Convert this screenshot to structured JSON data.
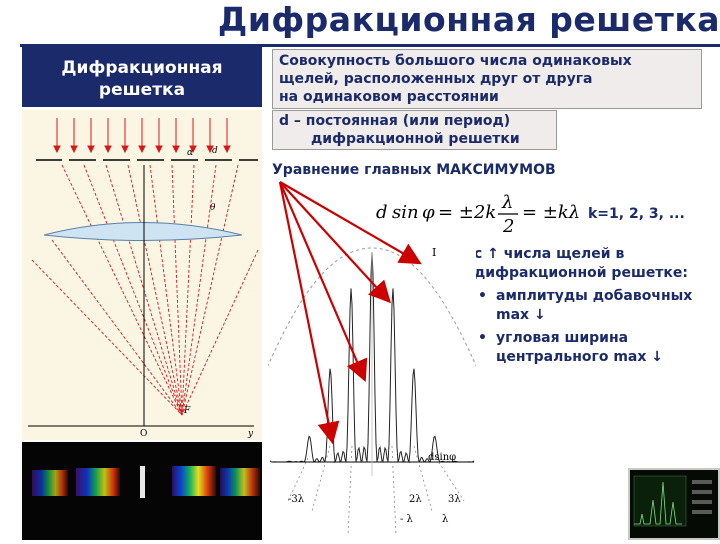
{
  "title": "Дифракционная решетка",
  "label": {
    "line1": "Дифракционная",
    "line2": "решетка"
  },
  "definition": {
    "line1": "Совокупность большого числа одинаковых",
    "line2": "щелей, расположенных друг от друга",
    "line3": "на одинаковом расстоянии"
  },
  "period": {
    "line1": "d – постоянная (или период)",
    "line2": "дифракционной решетки"
  },
  "equation_heading": "Уравнение главных МАКСИМУМОВ",
  "formula": {
    "d": "d",
    "sin": "sin",
    "phi": "φ",
    "eq": "= ±2k",
    "lambda": "λ",
    "two": "2",
    "tail": "= ±kλ"
  },
  "k_values": "k=1, 2, 3, ...",
  "notes": {
    "intro_line1": "с ↑ числа щелей в",
    "intro_line2": "дифракционной решетке:",
    "items": [
      {
        "line1": "амплитуды добавочных",
        "line2": "max ↓"
      },
      {
        "line1": "угловая ширина",
        "line2": "центрального max ↓"
      }
    ]
  },
  "graph": {
    "peak_label": "I",
    "axis_label": "dsinφ",
    "ticks_upper": [
      "-3λ",
      "2λ",
      "3λ"
    ],
    "ticks_lower": [
      "- λ",
      "λ"
    ]
  },
  "diagram": {
    "alpha": "α",
    "d_label": "d",
    "theta": "θ",
    "f_label": "F",
    "o_label": "O",
    "y_label": "y"
  },
  "colors": {
    "navy": "#1a2a6a",
    "arrow": "#cc0000",
    "box_bg": "#f0ecec",
    "diagram_bg": "#fbf6e4"
  }
}
